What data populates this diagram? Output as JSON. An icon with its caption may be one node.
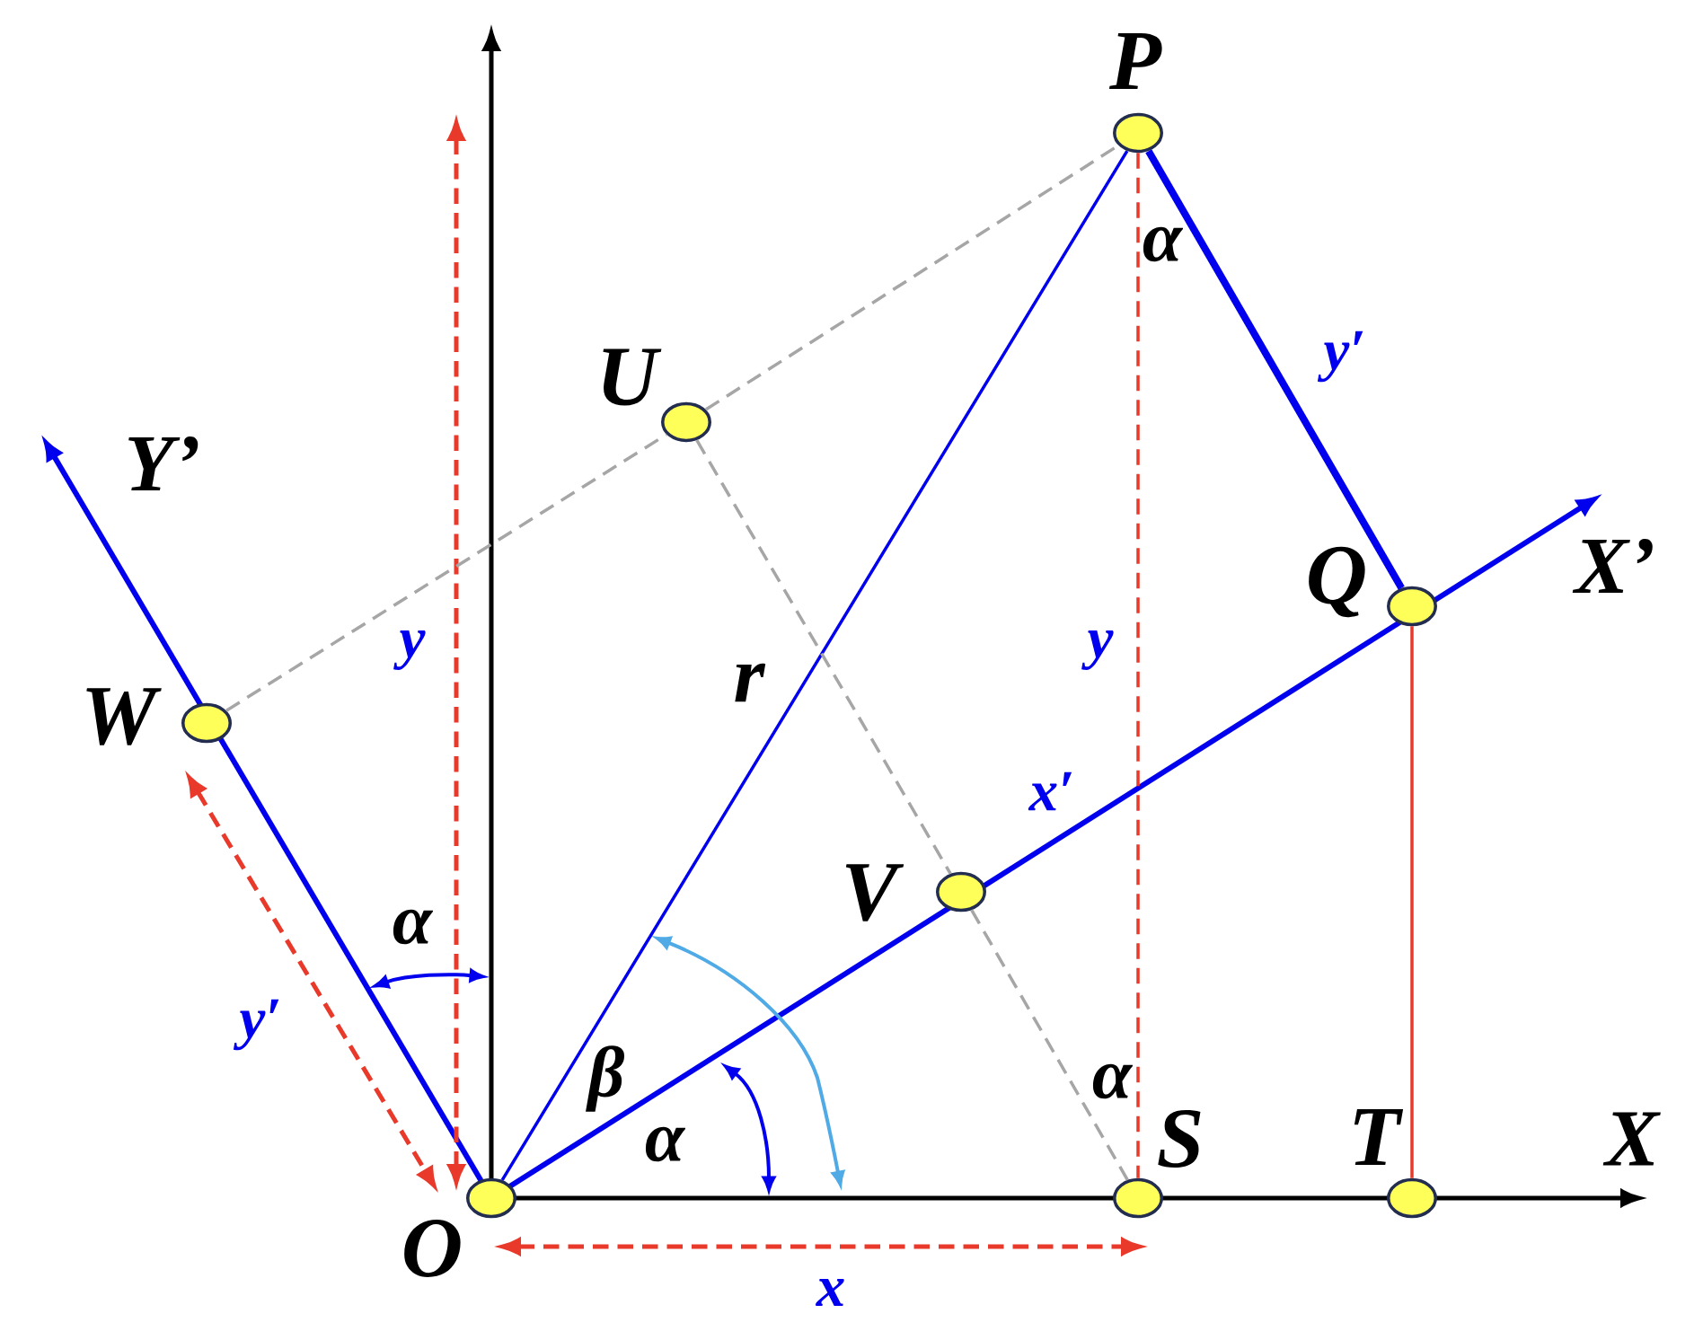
{
  "diagram": {
    "nodes": [
      {
        "text": [],
        "shape": "ellipse",
        "beside": [
          "P"
        ]
      },
      {
        "text": [],
        "shape": "ellipse",
        "beside": [
          "U"
        ]
      },
      {
        "text": [],
        "shape": "ellipse",
        "beside": [
          "Q"
        ]
      },
      {
        "text": [],
        "shape": "ellipse",
        "beside": [
          "W"
        ]
      },
      {
        "text": [],
        "shape": "ellipse",
        "beside": [
          "V"
        ]
      },
      {
        "text": [],
        "shape": "ellipse",
        "beside": [
          "O"
        ]
      },
      {
        "text": [],
        "shape": "ellipse",
        "beside": [
          "S"
        ]
      },
      {
        "text": [],
        "shape": "ellipse",
        "beside": [
          "T"
        ]
      }
    ],
    "edges": [
      {
        "from": 5,
        "to": 0,
        "arrow": "none",
        "label": "r",
        "color": "#0000ee"
      },
      {
        "from": 0,
        "to": 2,
        "arrow": "none",
        "label": "y′",
        "color": "#0000ee",
        "style": "thick"
      },
      {
        "from": 2,
        "to": 7,
        "arrow": "none",
        "color": "#e8392a"
      },
      {
        "from": 0,
        "to": 6,
        "arrow": "none",
        "label": "y",
        "color": "#e8392a",
        "style": "dashed"
      },
      {
        "from": 3,
        "to": 1,
        "arrow": "none",
        "color": "#a6a6a6",
        "style": "dashed"
      },
      {
        "from": 1,
        "to": 0,
        "arrow": "none",
        "color": "#a6a6a6",
        "style": "dashed"
      },
      {
        "from": 1,
        "to": 4,
        "arrow": "none",
        "color": "#a6a6a6",
        "style": "dashed"
      },
      {
        "from": 4,
        "to": 6,
        "arrow": "none",
        "color": "#a6a6a6",
        "style": "dashed"
      }
    ],
    "labels": [
      "α",
      "Y’",
      "X’",
      "y",
      "x′",
      "α",
      "y′",
      "β",
      "α",
      "X",
      "α",
      "x"
    ]
  }
}
